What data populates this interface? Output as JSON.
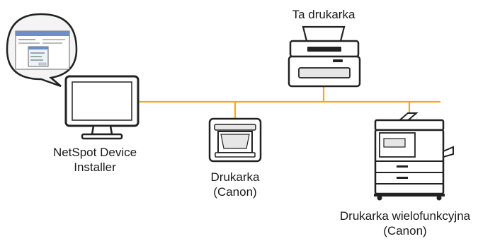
{
  "diagram": {
    "colors": {
      "network_line": "#f5a623",
      "device_outline": "#222222",
      "device_fill": "#ffffff",
      "device_shade": "#e6e6e6",
      "bubble_fill": "#f4f4f4"
    },
    "nodes": {
      "computer": {
        "label_line1": "NetSpot Device",
        "label_line2": "Installer",
        "icon": "computer-monitor-icon"
      },
      "this_printer": {
        "label": "Ta drukarka",
        "icon": "printer-icon"
      },
      "canon_printer": {
        "label_line1": "Drukarka",
        "label_line2": "(Canon)",
        "icon": "printer-icon"
      },
      "canon_mfp": {
        "label_line1": "Drukarka wielofunkcyjna",
        "label_line2": "(Canon)",
        "icon": "multifunction-printer-icon"
      }
    }
  }
}
